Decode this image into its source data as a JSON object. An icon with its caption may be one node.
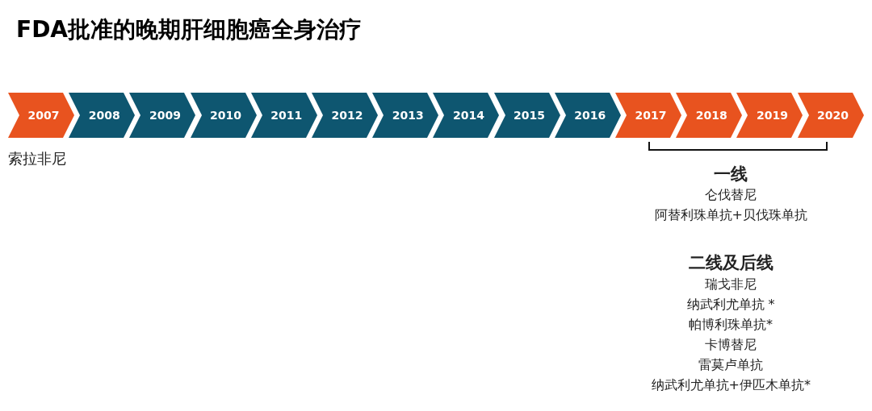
{
  "diagram": {
    "title": "FDA批准的晚期肝细胞癌全身治疗",
    "nodes": [
      {
        "text": [
          "2007"
        ]
      },
      {
        "text": [
          "2008"
        ]
      },
      {
        "text": [
          "2009"
        ]
      },
      {
        "text": [
          "2010"
        ]
      },
      {
        "text": [
          "2011"
        ]
      },
      {
        "text": [
          "2012"
        ]
      },
      {
        "text": [
          "2013"
        ]
      },
      {
        "text": [
          "2014"
        ]
      },
      {
        "text": [
          "2015"
        ]
      },
      {
        "text": [
          "2016"
        ]
      },
      {
        "text": [
          "2017"
        ]
      },
      {
        "text": [
          "2018"
        ]
      },
      {
        "text": [
          "2019"
        ]
      },
      {
        "text": [
          "2020"
        ]
      }
    ],
    "edges": [],
    "labels": [
      "索拉非尼",
      "一线",
      "仑伐替尼",
      "阿替利珠单抗+贝伐珠单抗",
      "二线及后线",
      "瑞戈非尼",
      "纳武利尤单抗 *",
      "帕博利珠单抗*",
      "卡博替尼",
      "雷莫卢单抗",
      "纳武利尤单抗+伊匹木单抗*"
    ]
  }
}
